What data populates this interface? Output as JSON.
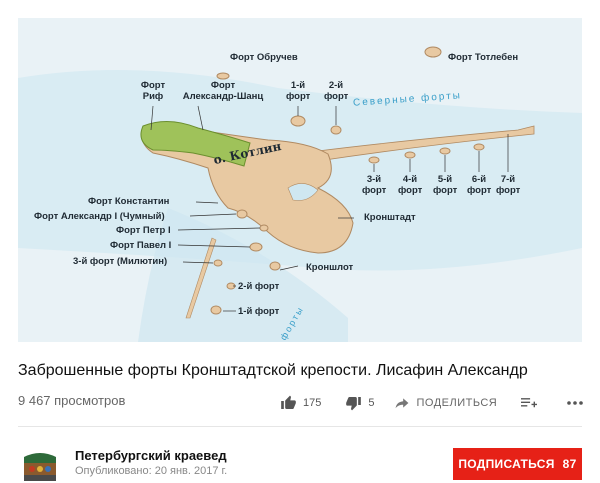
{
  "map": {
    "island": "о. Котлин",
    "water_label": "Северные форты",
    "water_label2": "форты",
    "forts": {
      "obruchev": "Форт Обручев",
      "totleben": "Форт Тотлебен",
      "rif_1": "Форт",
      "rif_2": "Риф",
      "alex_shanz_1": "Форт",
      "alex_shanz_2": "Александр-Шанц",
      "f1n_1": "1-й",
      "f1n_2": "форт",
      "f2n_1": "2-й",
      "f2n_2": "форт",
      "f3_1": "3-й",
      "f3_2": "форт",
      "f4_1": "4-й",
      "f4_2": "форт",
      "f5_1": "5-й",
      "f5_2": "форт",
      "f6_1": "6-й",
      "f6_2": "форт",
      "f7_1": "7-й",
      "f7_2": "форт",
      "konstantin": "Форт Константин",
      "alexander1": "Форт Александр I (Чумный)",
      "petr1": "Форт Петр I",
      "pavel1": "Форт Павел I",
      "milyutin": "3-й форт (Милютин)",
      "kronshtadt": "Кронштадт",
      "kronshlot": "Кроншлот",
      "f2s": "2-й форт",
      "f1s": "1-й форт"
    }
  },
  "video": {
    "title": "Заброшенные форты Кронштадтской крепости. Лисафин Александр",
    "views": "9 467 просмотров",
    "likes": "175",
    "dislikes": "5",
    "share": "ПОДЕЛИТЬСЯ"
  },
  "channel": {
    "name": "Петербургский краевед",
    "published": "Опубликовано: 20 янв. 2017 г.",
    "subscribe": "ПОДПИСАТЬСЯ",
    "subscribers": "87"
  },
  "colors": {
    "land": "#e8c9a2",
    "green": "#9fc25a",
    "sea": "#bfe0ee",
    "accent": "#e62117"
  },
  "icons": [
    "thumb-up-icon",
    "thumb-down-icon",
    "share-icon",
    "add-to-playlist-icon",
    "more-icon"
  ]
}
